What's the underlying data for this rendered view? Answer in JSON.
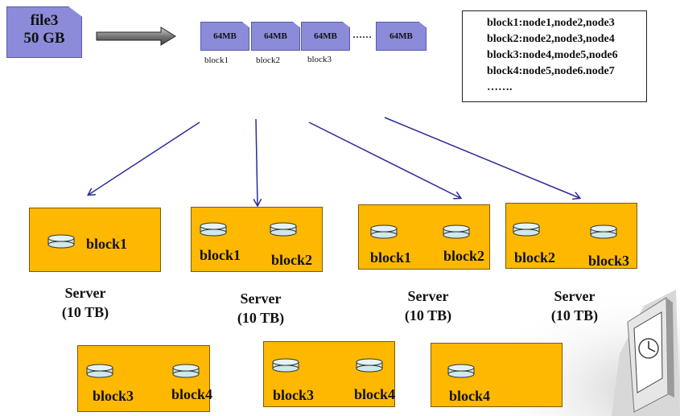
{
  "file": {
    "name": "file3",
    "size": "50 GB"
  },
  "blocks": [
    {
      "size": "64MB",
      "name": "block1"
    },
    {
      "size": "64MB",
      "name": "block2"
    },
    {
      "size": "64MB",
      "name": "block3"
    },
    {
      "size": "64MB"
    }
  ],
  "ellipsis": "……",
  "mapping": {
    "lines": [
      "block1:node1,node2,node3",
      "block2:node2,node3,node4",
      "block3:node4,mode5,node6",
      "block4:node5,node6.node7",
      "……."
    ]
  },
  "servers": [
    {
      "blocks": [
        "block1"
      ],
      "caption_name": "Server",
      "caption_size": "(10 TB)"
    },
    {
      "blocks": [
        "block1",
        "block2"
      ],
      "caption_name": "Server",
      "caption_size": "(10 TB)"
    },
    {
      "blocks": [
        "block1",
        "block2"
      ],
      "caption_name": "Server",
      "caption_size": "(10 TB)"
    },
    {
      "blocks": [
        "block2",
        "block3"
      ],
      "caption_name": "Server",
      "caption_size": "(10 TB)"
    },
    {
      "blocks": [
        "block3",
        "block4"
      ]
    },
    {
      "blocks": [
        "block3",
        "block4"
      ]
    },
    {
      "blocks": [
        "block4"
      ]
    }
  ],
  "colors": {
    "block_fill": "#8b8bd9",
    "server_fill": "#ffb800",
    "arrow": "#2b2b9a",
    "disk_fill": "#cfe8ea"
  },
  "icons": {
    "disk": "disk-icon",
    "clock": "clock-icon"
  }
}
